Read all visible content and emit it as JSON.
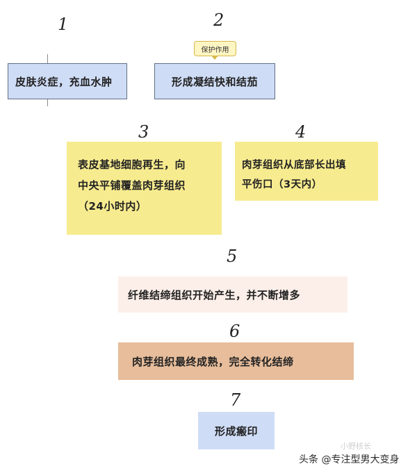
{
  "steps": [
    {
      "number": "1",
      "text": "皮肤炎症，充血水肿"
    },
    {
      "number": "2",
      "text": "形成凝结快和结茄",
      "tag": "保护作用"
    },
    {
      "number": "3",
      "lines": [
        "表皮基地细胞再生，向",
        "中央平铺覆盖肉芽组织",
        "（24小时内）"
      ]
    },
    {
      "number": "4",
      "lines": [
        "肉芽组织从底部长出填",
        "平伤口（3天内）"
      ]
    },
    {
      "number": "5",
      "text": "纤维结缔组织开始产生，并不断增多"
    },
    {
      "number": "6",
      "text": "肉芽组织最终成熟，完全转化结缔"
    },
    {
      "number": "7",
      "text": "形成瘢印"
    }
  ],
  "watermark": "头条 @专注型男大变身",
  "watermark_faint": "小野核长",
  "colors": {
    "blue": "#cfdcf6",
    "yellow": "#f7eb8f",
    "pink": "#fcefe9",
    "orange": "#e7bd9b"
  }
}
